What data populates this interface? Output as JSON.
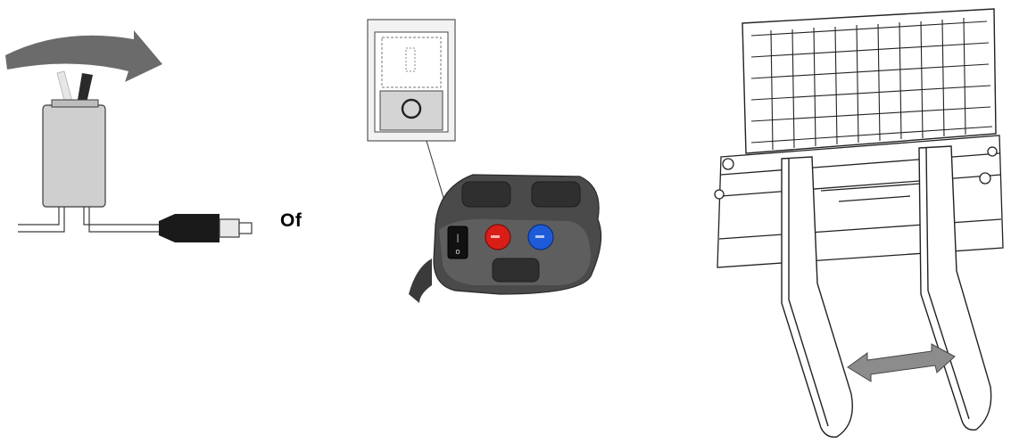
{
  "switch_panel": {
    "state_label": "Of",
    "arrow_icon": "rotate-right-arrow-icon",
    "colors": {
      "arrow": "#6b6b6b",
      "body": "#cfcfcf",
      "plug": "#1a1a1a"
    }
  },
  "joystick_panel": {
    "rocker_on_glyph": "|",
    "rocker_off_glyph": "o",
    "buttons": [
      {
        "name": "red-button",
        "color": "#d91e18"
      },
      {
        "name": "blue-button",
        "color": "#1e5bd9"
      }
    ]
  },
  "forks_panel": {
    "width_arrow_icon": "double-arrow-icon",
    "colors": {
      "arrow": "#8c8c8c"
    }
  }
}
